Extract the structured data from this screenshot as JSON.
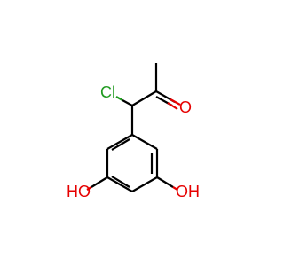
{
  "molecule": {
    "atoms": {
      "chlorine": "Cl",
      "carbonyl_oxygen": "O",
      "hydroxyl_left": "HO",
      "hydroxyl_right": "OH"
    }
  },
  "colors": {
    "carbon_bond": "#000000",
    "oxygen": "#e60000",
    "chlorine": "#1f9a1f"
  }
}
